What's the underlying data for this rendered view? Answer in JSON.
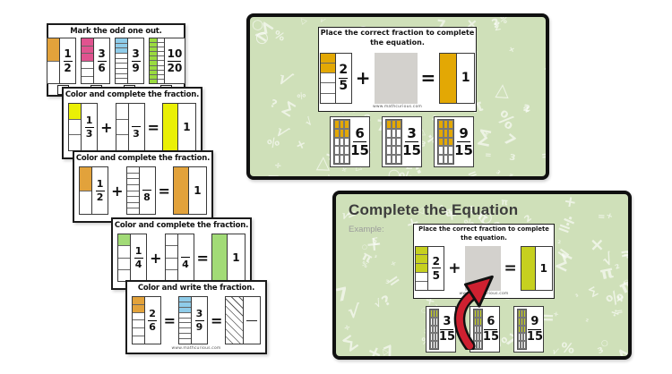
{
  "colors": {
    "orange": "#E2A23B",
    "pink": "#E0538F",
    "blue": "#8FCCE9",
    "lime": "#9ADB3F",
    "yellow": "#EAF005",
    "green": "#A2DB77",
    "gold": "#E3A804",
    "chartreuse": "#C6D01F",
    "panel_bg": "#CFE0B9",
    "gray_box": "#D3D1CD",
    "arrow_red": "#CE2030",
    "ink": "#1b1b1b"
  },
  "doodle_symbols": [
    "π",
    "÷",
    "×",
    "+",
    "√",
    "○",
    "△",
    "?",
    "=",
    "²",
    "³",
    "7",
    "∑",
    "%"
  ],
  "stack": [
    {
      "title": "Mark the odd one out.",
      "type": "mark",
      "units": [
        {
          "num": "1",
          "den": "2",
          "cells": 2,
          "shaded": 1,
          "color": "orange"
        },
        {
          "num": "3",
          "den": "6",
          "cells": 6,
          "shaded": 3,
          "color": "pink"
        },
        {
          "num": "3",
          "den": "9",
          "cells": 9,
          "shaded": 3,
          "color": "blue"
        },
        {
          "num": "10",
          "den": "20",
          "cells": 20,
          "cols": 2,
          "shaded": 10,
          "color": "lime"
        }
      ]
    },
    {
      "title": "Color and complete the fraction.",
      "type": "equation",
      "items": [
        {
          "kind": "strip",
          "num": "1",
          "den": "3",
          "cells": 3,
          "shaded": 1,
          "color": "yellow"
        },
        {
          "kind": "op",
          "label": "+"
        },
        {
          "kind": "strip",
          "num": "",
          "den": "3",
          "cells": 3,
          "shaded": 0
        },
        {
          "kind": "op",
          "label": "="
        },
        {
          "kind": "whole",
          "label": "1",
          "color": "yellow"
        }
      ]
    },
    {
      "title": "Color and complete the fraction.",
      "type": "equation",
      "items": [
        {
          "kind": "strip",
          "num": "1",
          "den": "2",
          "cells": 2,
          "shaded": 1,
          "color": "orange"
        },
        {
          "kind": "op",
          "label": "+"
        },
        {
          "kind": "strip",
          "num": "",
          "den": "8",
          "cells": 8,
          "shaded": 0
        },
        {
          "kind": "op",
          "label": "="
        },
        {
          "kind": "whole",
          "label": "1",
          "color": "orange"
        }
      ]
    },
    {
      "title": "Color and complete the fraction.",
      "type": "equation",
      "items": [
        {
          "kind": "strip",
          "num": "1",
          "den": "4",
          "cells": 4,
          "shaded": 1,
          "color": "green"
        },
        {
          "kind": "op",
          "label": "+"
        },
        {
          "kind": "strip",
          "num": "",
          "den": "4",
          "cells": 4,
          "shaded": 0
        },
        {
          "kind": "op",
          "label": "="
        },
        {
          "kind": "whole",
          "label": "1",
          "color": "green"
        }
      ]
    },
    {
      "title": "Color and write the fraction.",
      "type": "equation",
      "site": "www.mathcurious.com",
      "items": [
        {
          "kind": "strip",
          "num": "2",
          "den": "6",
          "cells": 6,
          "shaded": 2,
          "color": "orange"
        },
        {
          "kind": "op",
          "label": "="
        },
        {
          "kind": "strip",
          "num": "3",
          "den": "9",
          "cells": 9,
          "shaded": 3,
          "color": "blue"
        },
        {
          "kind": "op",
          "label": "="
        },
        {
          "kind": "hatched"
        }
      ]
    }
  ],
  "panels": [
    {
      "prompt_line1": "Place the correct fraction to complete",
      "prompt_line2": "the equation.",
      "site": "www.mathcurious.com",
      "color": "gold",
      "equation": {
        "num": "2",
        "den": "5",
        "cells": 5,
        "shaded": 2,
        "plus": "+",
        "equals": "=",
        "result": "1"
      },
      "options": [
        {
          "num": "6",
          "den": "15",
          "shaded": 6
        },
        {
          "num": "3",
          "den": "15",
          "shaded": 3
        },
        {
          "num": "9",
          "den": "15",
          "shaded": 9
        }
      ]
    },
    {
      "heading": "Complete the Equation",
      "example_label": "Example:",
      "prompt_line1": "Place the correct fraction to complete",
      "prompt_line2": "the equation.",
      "site": "www.mathcurious.com",
      "color": "chartreuse",
      "equation": {
        "num": "2",
        "den": "5",
        "cells": 5,
        "shaded": 3,
        "plus": "+",
        "equals": "=",
        "result": "1"
      },
      "options": [
        {
          "num": "3",
          "den": "15",
          "shaded": 3
        },
        {
          "num": "6",
          "den": "15",
          "shaded": 6
        },
        {
          "num": "9",
          "den": "15",
          "shaded": 9
        }
      ]
    }
  ]
}
